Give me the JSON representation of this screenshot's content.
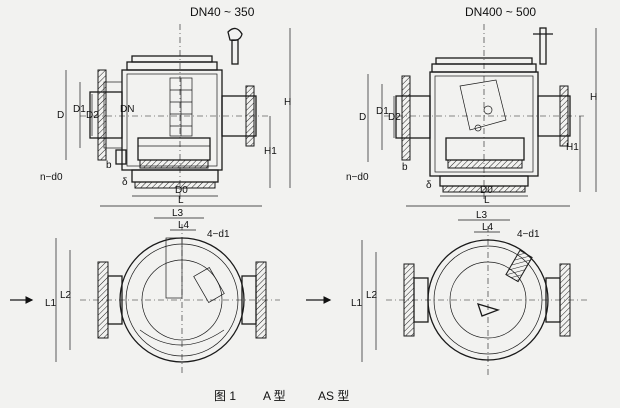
{
  "titles": {
    "left": "DN40 ~ 350",
    "right": "DN400 ~ 500"
  },
  "labels": {
    "D": "D",
    "D1": "D1",
    "D2": "D2",
    "DN": "DN",
    "H": "H",
    "H1": "H1",
    "b": "b",
    "delta": "δ",
    "D0": "D0",
    "n_d0": "n−d0",
    "L": "L",
    "L1": "L1",
    "L2": "L2",
    "L3": "L3",
    "L4": "L4",
    "n_d1": "4−d1"
  },
  "caption": {
    "figure": "图 1",
    "type_a": "A 型",
    "type_as": "AS 型"
  }
}
